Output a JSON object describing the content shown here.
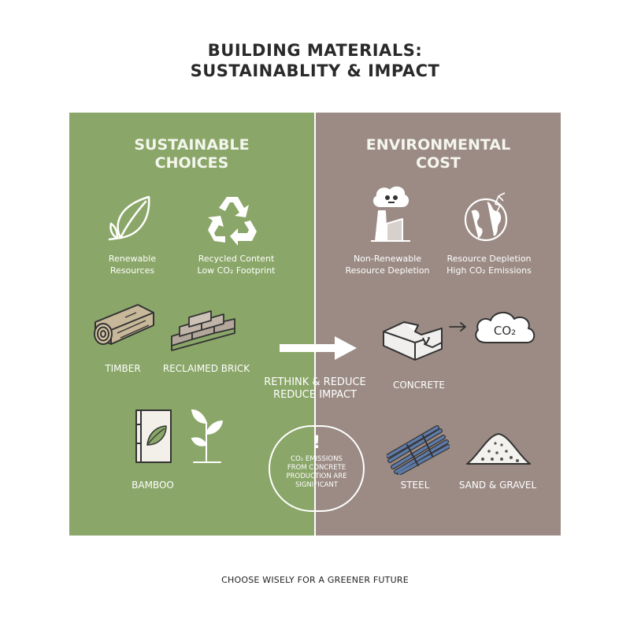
{
  "title": {
    "line1": "BUILDING MATERIALS:",
    "line2": "SUSTAINABLITY & IMPACT"
  },
  "left_panel": {
    "heading_line1": "SUSTAINABLE",
    "heading_line2": "CHOICES",
    "color": "#8aa668",
    "features": [
      {
        "icon": "leaf-icon",
        "line1": "Renewable",
        "line2": "Resources"
      },
      {
        "icon": "recycle-icon",
        "line1": "Recycled Content",
        "line2": "Low CO₂ Footprint"
      }
    ],
    "materials": [
      {
        "icon": "timber-icon",
        "label": "TIMBER"
      },
      {
        "icon": "brick-icon",
        "label": "RECLAIMED BRICK"
      },
      {
        "icon": "bamboo-icon",
        "label": "BAMBOO"
      },
      {
        "icon": "sprout-icon",
        "label": ""
      }
    ]
  },
  "right_panel": {
    "heading_line1": "ENVIRONMENTAL",
    "heading_line2": "COST",
    "color": "#9b8b84",
    "features": [
      {
        "icon": "factory-smoke-icon",
        "line1": "Non-Renewable",
        "line2": "Resource Depletion"
      },
      {
        "icon": "cracked-globe-icon",
        "line1": "Resource Depletion",
        "line2": "High CO₂ Emissions"
      }
    ],
    "materials": [
      {
        "icon": "concrete-block-icon",
        "label": "CONCRETE"
      },
      {
        "icon": "co2-cloud-icon",
        "label": "",
        "cloud_text": "CO₂"
      },
      {
        "icon": "steel-rebar-icon",
        "label": "STEEL"
      },
      {
        "icon": "sand-pile-icon",
        "label": "SAND & GRAVEL"
      }
    ]
  },
  "center": {
    "arrow_icon": "arrow-right-icon",
    "line1": "RETHINK & REDUCE",
    "line2": "REDUCE IMPACT"
  },
  "warning": {
    "mark": "!",
    "line1": "CO₂ EMISSIONS",
    "line2": "FROM CONCRETE",
    "line3": "PRODUCTION ARE",
    "line4": "SIGNIFICANT"
  },
  "footer": "CHOOSE WISELY FOR A GREENER FUTURE"
}
